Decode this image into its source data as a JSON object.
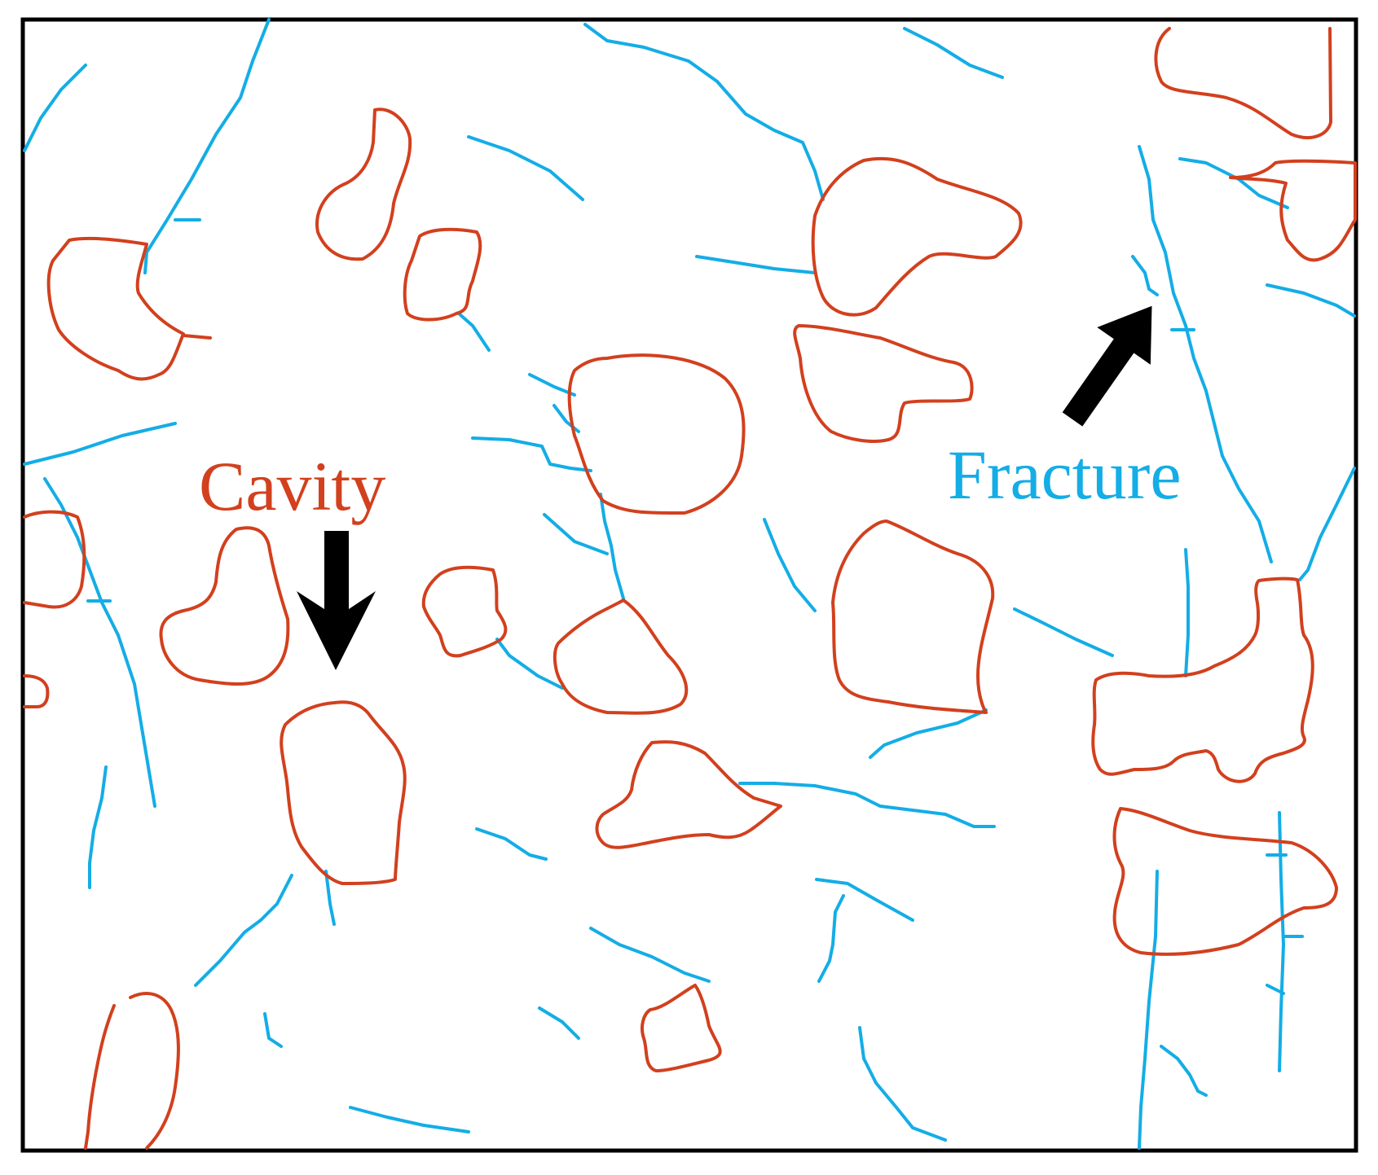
{
  "labels": {
    "cavity": "Cavity",
    "fracture": "Fracture"
  },
  "colors": {
    "cavity": "#D2401E",
    "fracture": "#14ADE6",
    "arrow": "#000000",
    "frame": "#000000"
  },
  "arrows": [
    {
      "name": "cavity-arrow",
      "direction": "down"
    },
    {
      "name": "fracture-arrow",
      "direction": "up-right"
    }
  ]
}
